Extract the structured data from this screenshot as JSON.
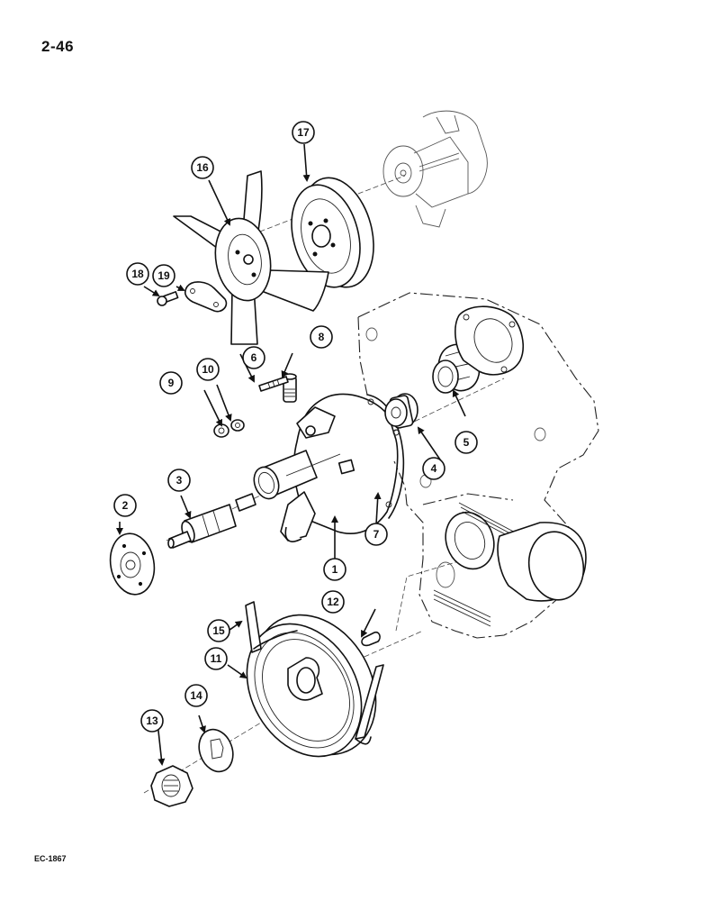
{
  "page": {
    "page_number": "2-46",
    "figure_code": "EC-1867"
  },
  "diagram": {
    "title": "Water pump and fan exploded view",
    "callouts": [
      {
        "id": "1",
        "label": "1"
      },
      {
        "id": "2",
        "label": "2"
      },
      {
        "id": "3",
        "label": "3"
      },
      {
        "id": "4",
        "label": "4"
      },
      {
        "id": "5",
        "label": "5"
      },
      {
        "id": "6",
        "label": "6"
      },
      {
        "id": "7",
        "label": "7"
      },
      {
        "id": "8",
        "label": "8"
      },
      {
        "id": "9",
        "label": "9"
      },
      {
        "id": "10",
        "label": "10"
      },
      {
        "id": "11",
        "label": "11"
      },
      {
        "id": "12",
        "label": "12"
      },
      {
        "id": "13",
        "label": "13"
      },
      {
        "id": "14",
        "label": "14"
      },
      {
        "id": "15",
        "label": "15"
      },
      {
        "id": "16",
        "label": "16"
      },
      {
        "id": "17",
        "label": "17"
      },
      {
        "id": "18",
        "label": "18"
      },
      {
        "id": "19",
        "label": "19"
      }
    ]
  }
}
